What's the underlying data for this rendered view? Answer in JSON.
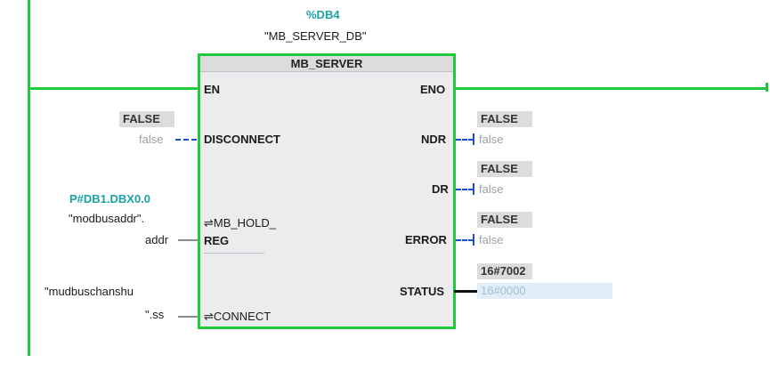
{
  "instance": {
    "address": "%DB4",
    "name": "\"MB_SERVER_DB\""
  },
  "block": {
    "title": "MB_SERVER",
    "inputs": {
      "en": "EN",
      "disconnect": "DISCONNECT",
      "mb_hold_reg_line1": "⇌MB_HOLD_",
      "mb_hold_reg_line2": "REG",
      "connect": "⇌CONNECT"
    },
    "outputs": {
      "eno": "ENO",
      "ndr": "NDR",
      "dr": "DR",
      "error": "ERROR",
      "status": "STATUS"
    }
  },
  "params": {
    "disconnect": {
      "monitor": "FALSE",
      "value": "false"
    },
    "mb_hold_reg": {
      "address": "P#DB1.DBX0.0",
      "tag_line1": "\"modbusaddr\".",
      "tag_line2": "addr"
    },
    "connect": {
      "tag_line1": "\"mudbuschanshu",
      "tag_line2": "\".ss"
    },
    "ndr": {
      "monitor": "FALSE",
      "value": "false"
    },
    "dr": {
      "monitor": "FALSE",
      "value": "false"
    },
    "error": {
      "monitor": "FALSE",
      "value": "false"
    },
    "status": {
      "monitor": "16#7002",
      "value": "16#0000"
    }
  },
  "colors": {
    "rail": "#22c93c",
    "block_border": "#22c93c",
    "bool_wire": "#1b4fd6",
    "address_teal": "#1aa3a3"
  }
}
